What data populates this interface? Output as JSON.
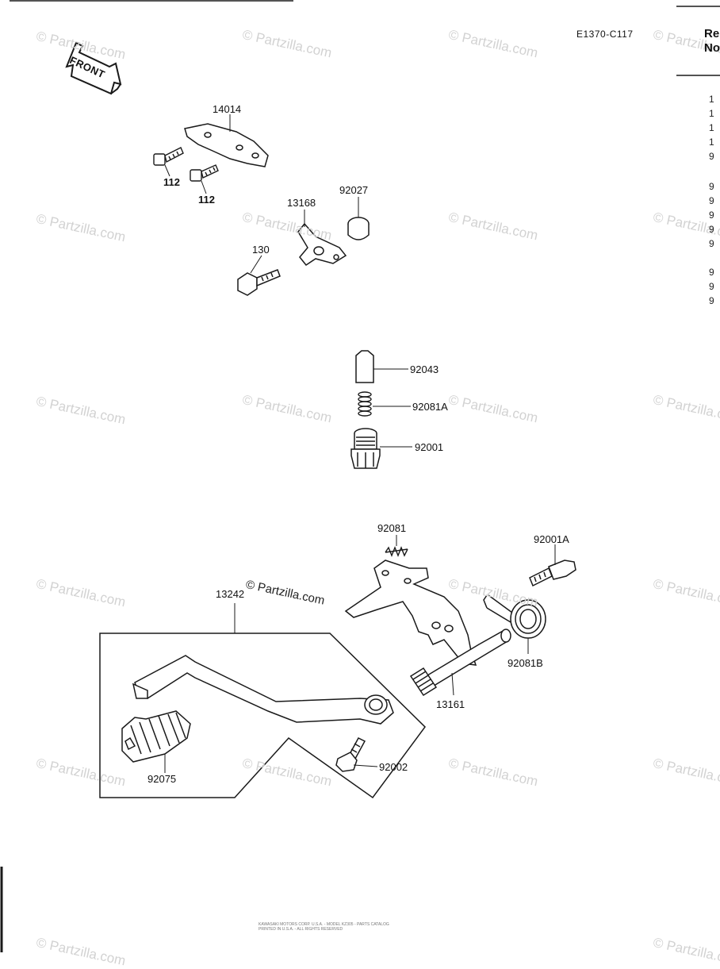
{
  "header": {
    "diagram_code": "E1370-C117",
    "ref_header_line1": "Re",
    "ref_header_line2": "No",
    "front_label": "FRONT"
  },
  "watermark": {
    "text": "© Partzilla.com",
    "center_text": "© Partzilla.com"
  },
  "parts": [
    {
      "id": "p14014",
      "label": "14014"
    },
    {
      "id": "p112a",
      "label": "112"
    },
    {
      "id": "p112b",
      "label": "112"
    },
    {
      "id": "p13168",
      "label": "13168"
    },
    {
      "id": "p92027",
      "label": "92027"
    },
    {
      "id": "p130",
      "label": "130"
    },
    {
      "id": "p92043",
      "label": "92043"
    },
    {
      "id": "p92081A",
      "label": "92081A"
    },
    {
      "id": "p92001",
      "label": "92001"
    },
    {
      "id": "p92081",
      "label": "92081"
    },
    {
      "id": "p92001A",
      "label": "92001A"
    },
    {
      "id": "p13242",
      "label": "13242"
    },
    {
      "id": "p92081B",
      "label": "92081B"
    },
    {
      "id": "p13161",
      "label": "13161"
    },
    {
      "id": "p92075",
      "label": "92075"
    },
    {
      "id": "p92002",
      "label": "92002"
    }
  ],
  "ref_column": [
    "1",
    "1",
    "1",
    "1",
    "9",
    "9",
    "9",
    "9",
    "9",
    "9",
    "9",
    "9",
    "9"
  ],
  "footer": {
    "line1": "KAWASAKI MOTORS CORP. U.S.A. - MODEL KZ305 - PARTS CATALOG",
    "line2": "PRINTED IN U.S.A. - ALL RIGHTS RESERVED"
  },
  "colors": {
    "line": "#1a1a1a",
    "watermark": "#d2d2d2"
  }
}
